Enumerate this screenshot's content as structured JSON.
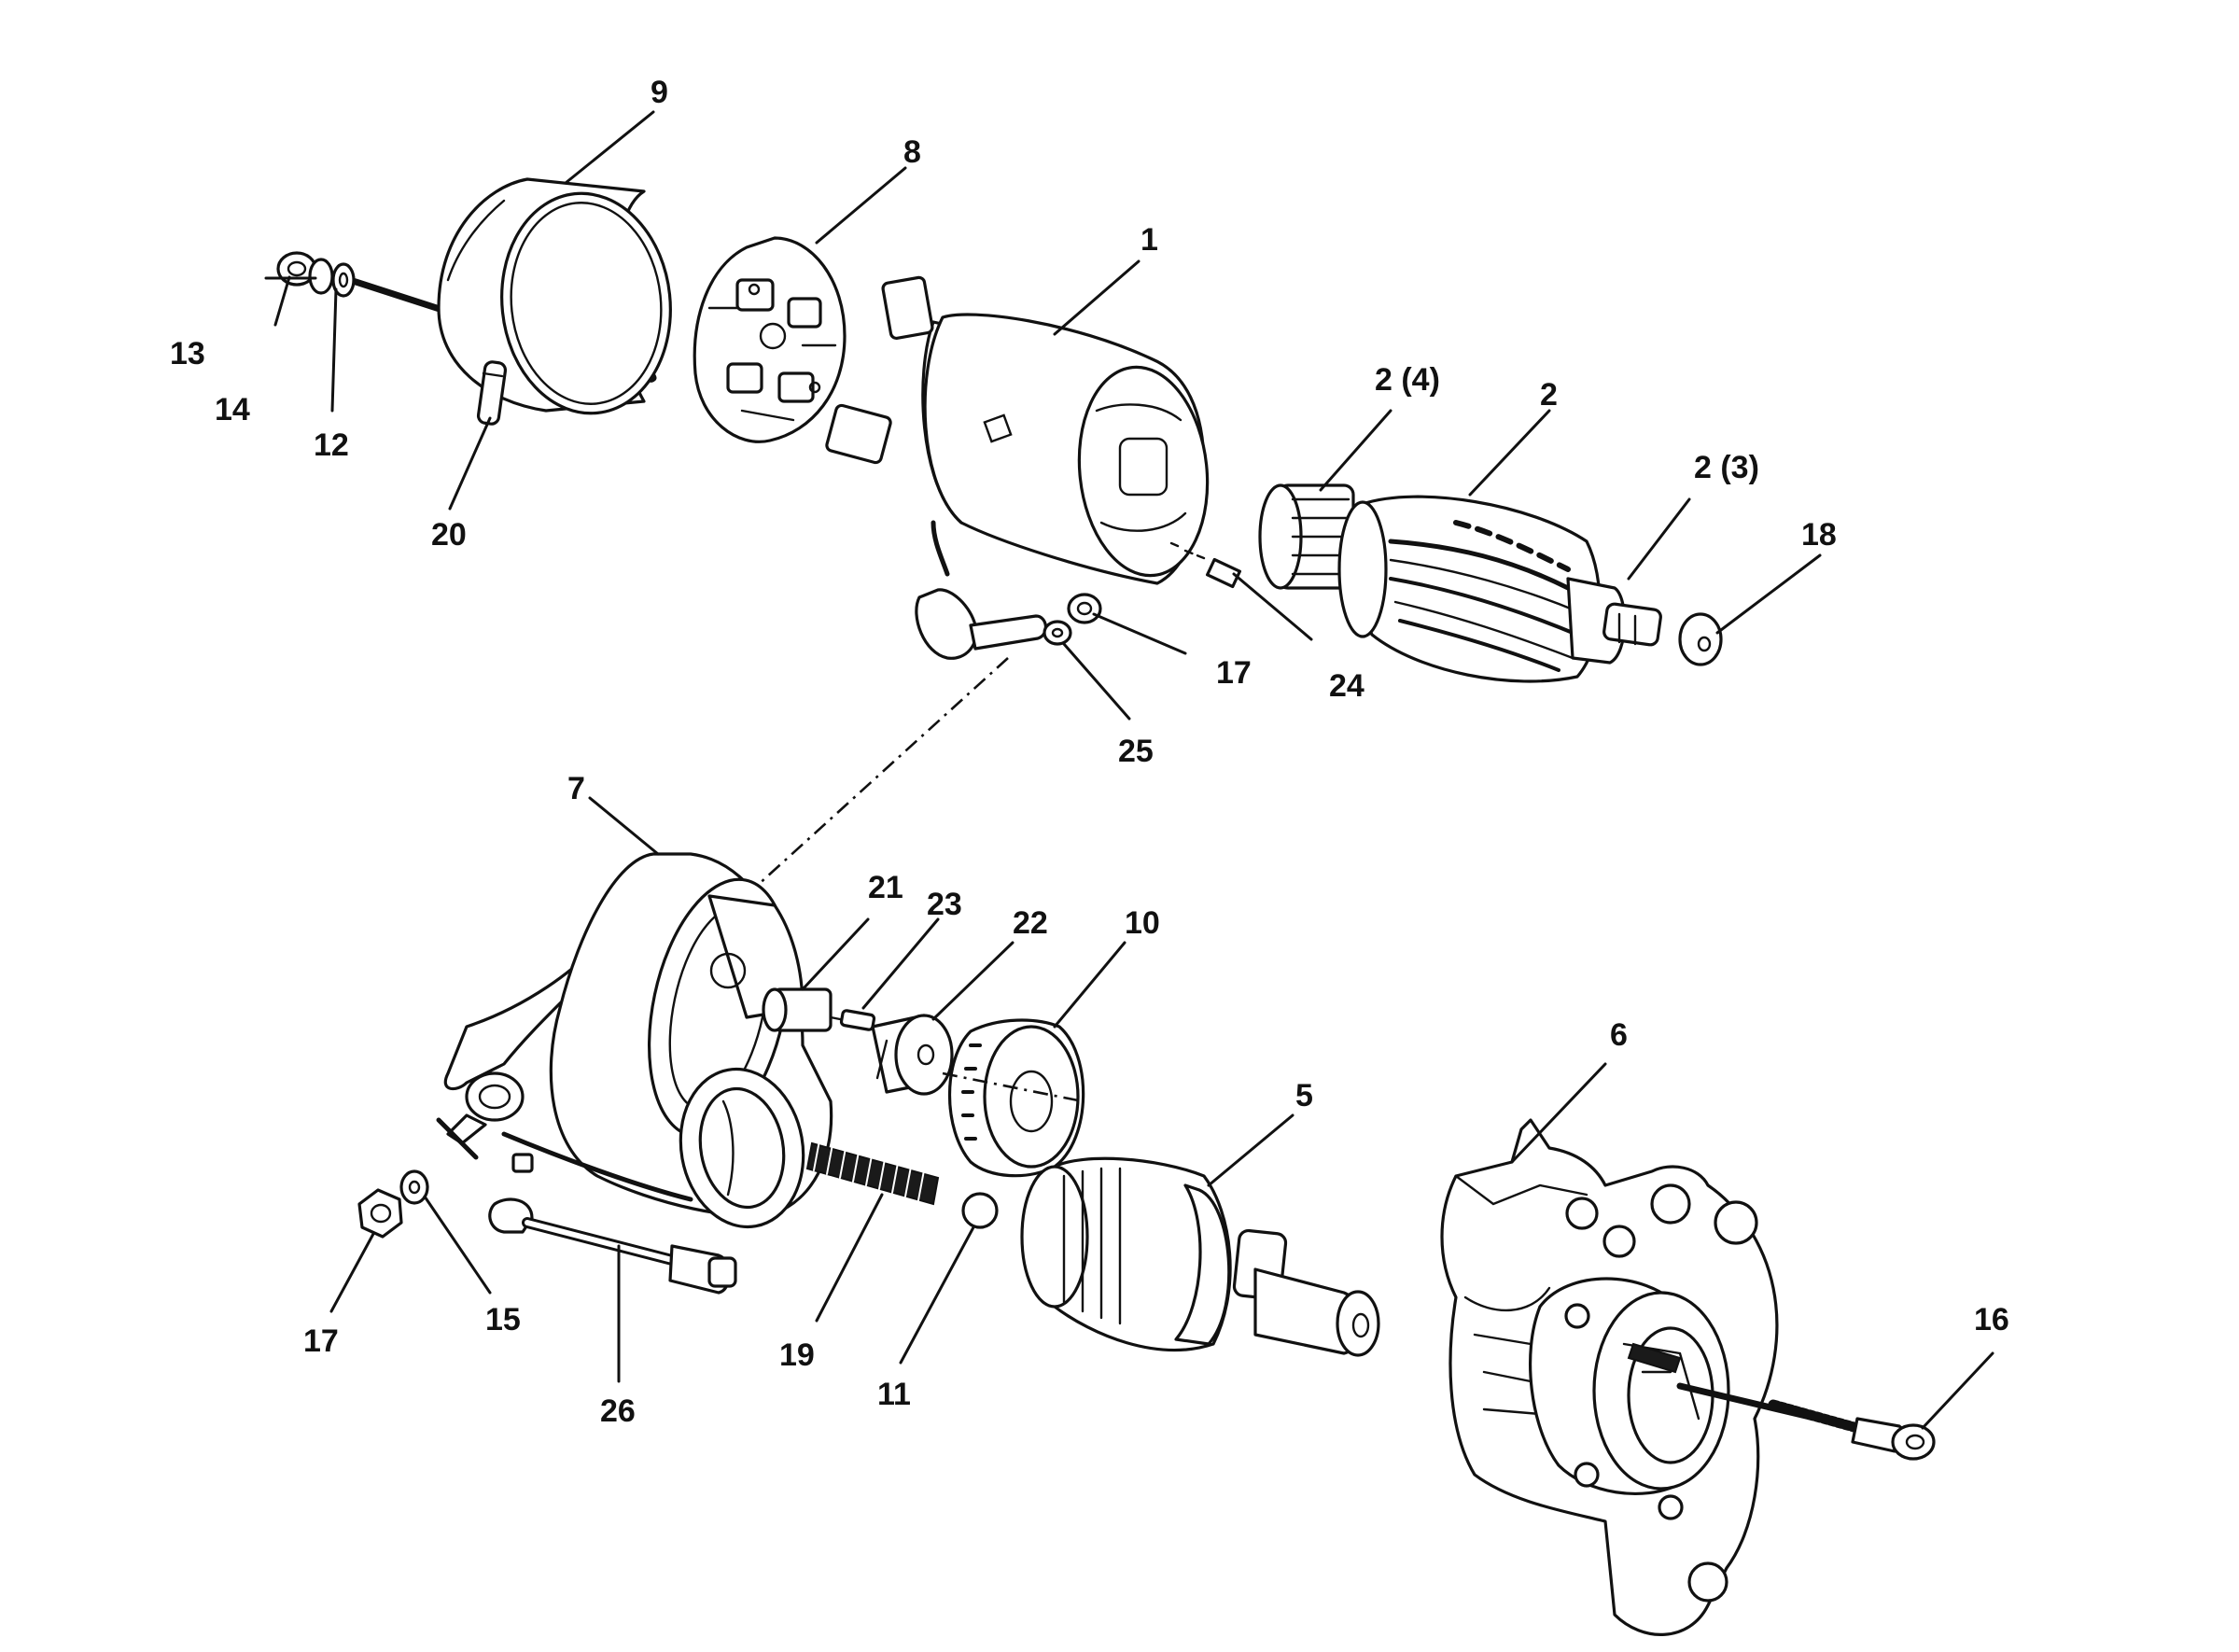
{
  "callouts": {
    "c1": "1",
    "c2": "2",
    "c2_3": "2 (3)",
    "c2_4": "2 (4)",
    "c5": "5",
    "c6": "6",
    "c7": "7",
    "c8": "8",
    "c9": "9",
    "c10": "10",
    "c11": "11",
    "c12": "12",
    "c13": "13",
    "c14": "14",
    "c15": "15",
    "c16": "16",
    "c17_top": "17",
    "c17_bottom": "17",
    "c18": "18",
    "c19": "19",
    "c20": "20",
    "c21": "21",
    "c22": "22",
    "c23": "23",
    "c24": "24",
    "c25": "25",
    "c26": "26"
  },
  "colors": {
    "ink": "#111111",
    "paper": "#ffffff"
  }
}
